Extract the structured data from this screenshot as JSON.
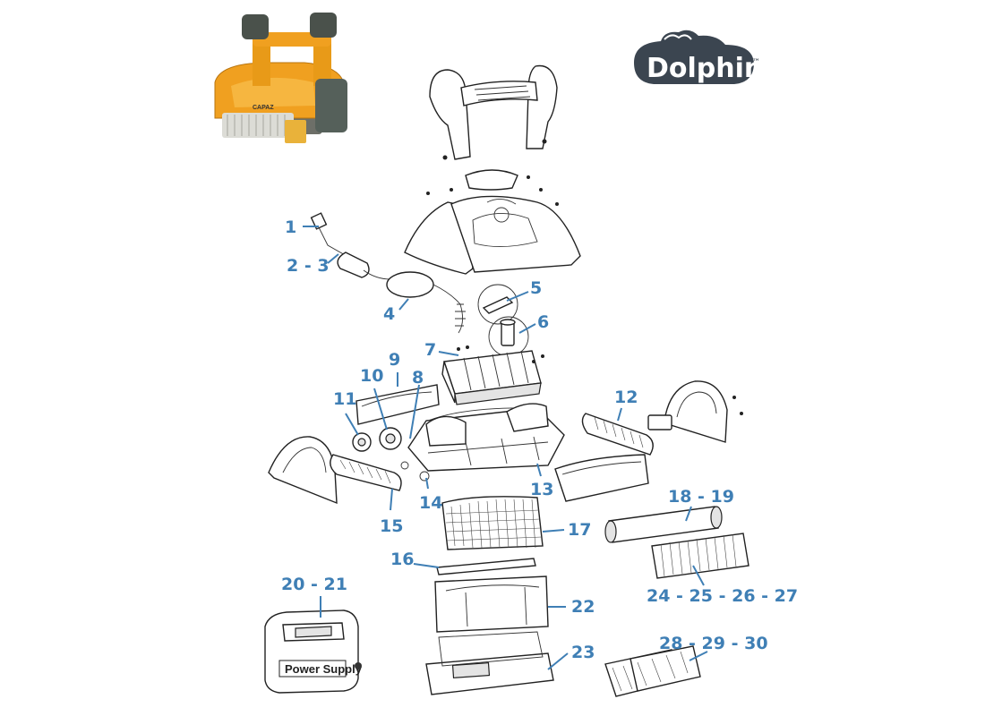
{
  "brand": {
    "logo_text": "Dolphin",
    "trademark": "™",
    "robot_model_badge": "CAPAZ",
    "colors": {
      "accent": "#3f7fb5",
      "robot_orange": "#f0a020",
      "robot_grey": "#5a5f5a",
      "logo_dark": "#3b4550"
    }
  },
  "power_supply_label": "Power Supply",
  "callouts": [
    {
      "id": "c1",
      "label": "1"
    },
    {
      "id": "c2",
      "label": "2 - 3"
    },
    {
      "id": "c3",
      "label": "4"
    },
    {
      "id": "c4",
      "label": "5"
    },
    {
      "id": "c5",
      "label": "6"
    },
    {
      "id": "c6",
      "label": "7"
    },
    {
      "id": "c7",
      "label": "8"
    },
    {
      "id": "c8",
      "label": "9"
    },
    {
      "id": "c9",
      "label": "10"
    },
    {
      "id": "c10",
      "label": "11"
    },
    {
      "id": "c11",
      "label": "12"
    },
    {
      "id": "c12",
      "label": "13"
    },
    {
      "id": "c13",
      "label": "14"
    },
    {
      "id": "c14",
      "label": "15"
    },
    {
      "id": "c15",
      "label": "16"
    },
    {
      "id": "c16",
      "label": "17"
    },
    {
      "id": "c17",
      "label": "18 - 19"
    },
    {
      "id": "c18",
      "label": "20 - 21"
    },
    {
      "id": "c19",
      "label": "22"
    },
    {
      "id": "c20",
      "label": "23"
    },
    {
      "id": "c21",
      "label": "24 - 25 - 26 - 27"
    },
    {
      "id": "c22",
      "label": "28 - 29 - 30"
    }
  ]
}
